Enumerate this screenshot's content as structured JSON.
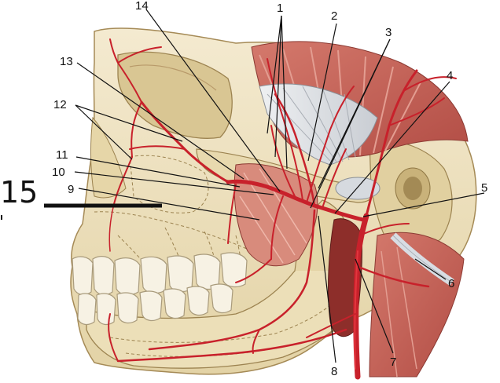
{
  "figure": {
    "labels": {
      "l1": "1",
      "l2": "2",
      "l3": "3",
      "l4": "4",
      "l5": "5",
      "l6": "6",
      "l7": "7",
      "l8": "8",
      "l9": "9",
      "l10": "10",
      "l11": "11",
      "l12": "12",
      "l13": "13",
      "l14": "14",
      "l15": "15"
    },
    "colors": {
      "bone": "#efe3c0",
      "bone_shadow": "#d9c693",
      "artery": "#c8212b",
      "muscle": "#c96a5c",
      "tendon": "#d9dde2",
      "background": "#ffffff"
    }
  }
}
